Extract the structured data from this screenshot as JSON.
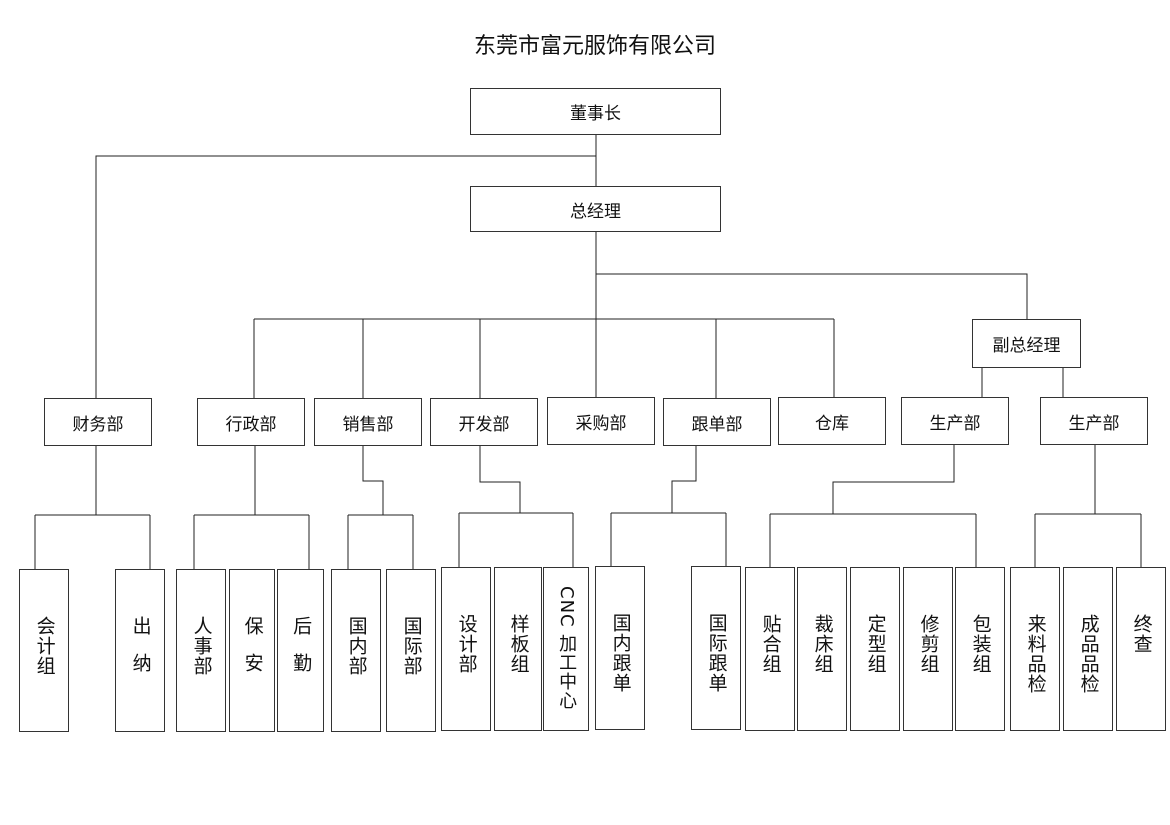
{
  "title": "东莞市富元服饰有限公司",
  "chairman": "董事长",
  "gm": "总经理",
  "vice_gm": "副总经理",
  "depts": {
    "finance": "财务部",
    "admin": "行政部",
    "sales": "销售部",
    "dev": "开发部",
    "purchase": "采购部",
    "merch": "跟单部",
    "warehouse": "仓库",
    "prod1": "生产部",
    "prod2": "生产部"
  },
  "units": {
    "accounting": "会计组",
    "cashier": "出纳",
    "hr": "人事部",
    "security": "保安",
    "logistics": "后勤",
    "domestic": "国内部",
    "intl": "国际部",
    "design": "设计部",
    "pattern": "样板组",
    "cnc": "CNC 加工中心",
    "domestic_merch": "国内跟单",
    "intl_merch": "国际跟单",
    "bonding": "贴合组",
    "cutting": "裁床组",
    "shaping": "定型组",
    "trimming": "修剪组",
    "packing": "包装组",
    "incoming_qc": "来料品检",
    "product_qc": "成品品检",
    "final_check": "终查"
  }
}
